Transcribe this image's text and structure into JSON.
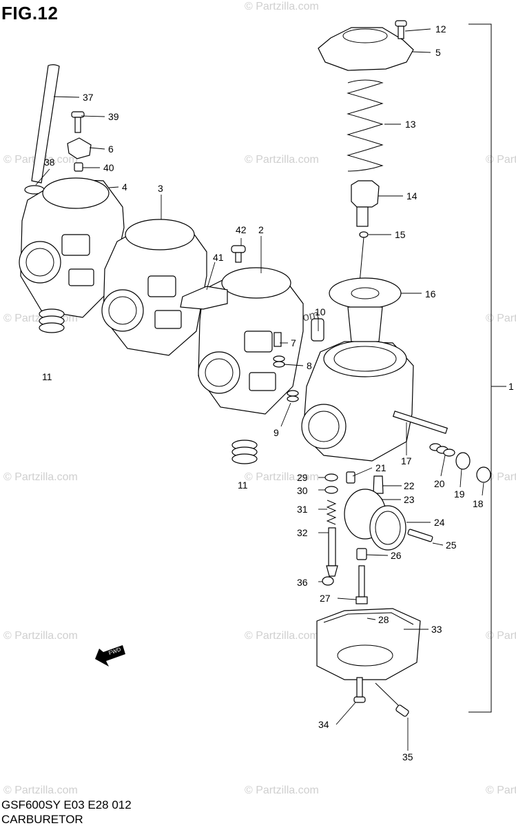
{
  "figure": {
    "title": "FIG.12",
    "code": "GSF600SY E03 E28 012",
    "name": "CARBURETOR",
    "watermark": "© Partzilla.com",
    "fwd_label": "FWD",
    "assembly_ref": "1"
  },
  "callouts": [
    {
      "id": "12",
      "label": "12"
    },
    {
      "id": "5",
      "label": "5"
    },
    {
      "id": "37",
      "label": "37"
    },
    {
      "id": "13",
      "label": "13"
    },
    {
      "id": "39",
      "label": "39"
    },
    {
      "id": "6",
      "label": "6"
    },
    {
      "id": "38",
      "label": "38"
    },
    {
      "id": "40",
      "label": "40"
    },
    {
      "id": "4",
      "label": "4"
    },
    {
      "id": "3",
      "label": "3"
    },
    {
      "id": "14",
      "label": "14"
    },
    {
      "id": "42",
      "label": "42"
    },
    {
      "id": "2",
      "label": "2"
    },
    {
      "id": "15",
      "label": "15"
    },
    {
      "id": "41",
      "label": "41"
    },
    {
      "id": "16",
      "label": "16"
    },
    {
      "id": "10",
      "label": "10"
    },
    {
      "id": "7",
      "label": "7"
    },
    {
      "id": "8",
      "label": "8"
    },
    {
      "id": "11a",
      "label": "11"
    },
    {
      "id": "9",
      "label": "9"
    },
    {
      "id": "17",
      "label": "17"
    },
    {
      "id": "11b",
      "label": "11"
    },
    {
      "id": "21",
      "label": "21"
    },
    {
      "id": "29",
      "label": "29"
    },
    {
      "id": "22",
      "label": "22"
    },
    {
      "id": "20",
      "label": "20"
    },
    {
      "id": "19",
      "label": "19"
    },
    {
      "id": "18",
      "label": "18"
    },
    {
      "id": "30",
      "label": "30"
    },
    {
      "id": "23",
      "label": "23"
    },
    {
      "id": "31",
      "label": "31"
    },
    {
      "id": "24",
      "label": "24"
    },
    {
      "id": "32",
      "label": "32"
    },
    {
      "id": "25",
      "label": "25"
    },
    {
      "id": "26",
      "label": "26"
    },
    {
      "id": "36",
      "label": "36"
    },
    {
      "id": "27",
      "label": "27"
    },
    {
      "id": "28",
      "label": "28"
    },
    {
      "id": "33",
      "label": "33"
    },
    {
      "id": "34",
      "label": "34"
    },
    {
      "id": "35",
      "label": "35"
    }
  ]
}
